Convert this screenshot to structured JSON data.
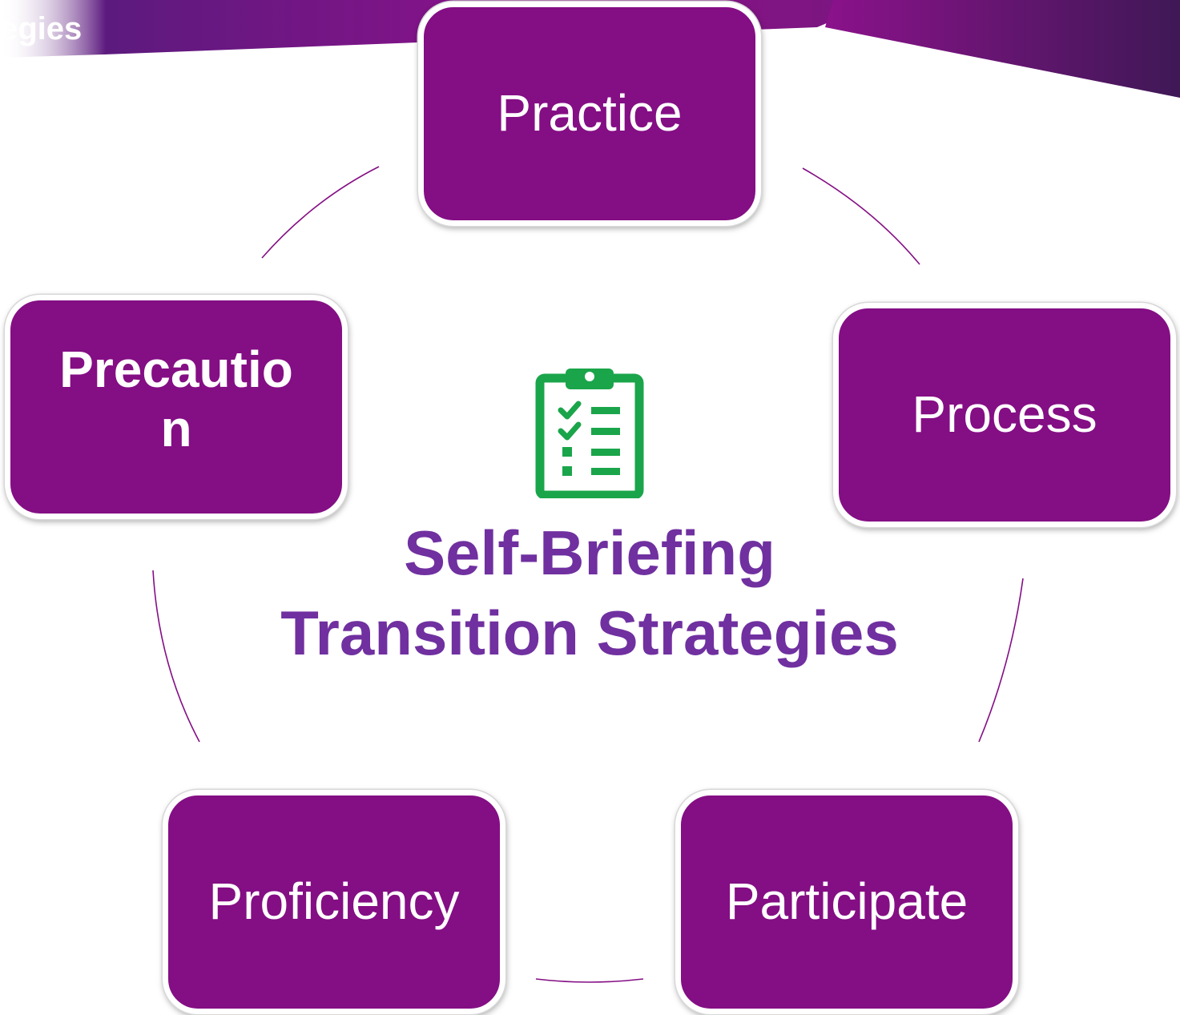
{
  "header": {
    "banner_text": "egies",
    "banner_color_left": "#4a1a6e",
    "banner_color_right": "#8b128b"
  },
  "diagram": {
    "type": "cycle",
    "node_color": "#840e84",
    "connector_color": "#840e84",
    "center": {
      "icon": "clipboard-checklist-icon",
      "icon_color": "#1aa54a",
      "title_line1": "Self-Briefing",
      "title_line2": "Transition Strategies",
      "title_color": "#7030a0"
    },
    "nodes": [
      {
        "label": "Practice"
      },
      {
        "label": "Process"
      },
      {
        "label": "Participate"
      },
      {
        "label": "Proficiency"
      },
      {
        "label": "Precaution"
      }
    ]
  }
}
